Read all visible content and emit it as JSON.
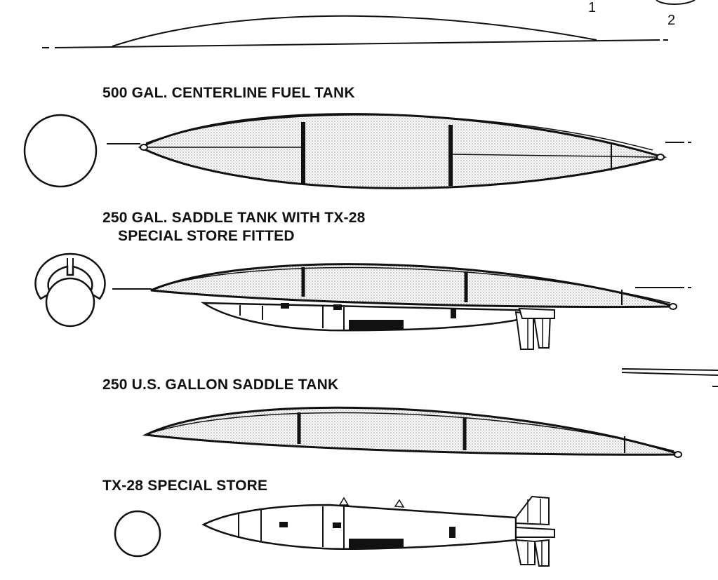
{
  "labels": {
    "centerline": "500 GAL. CENTERLINE FUEL TANK",
    "saddle_tx28_line1": "250 GAL. SADDLE TANK WITH TX-28",
    "saddle_tx28_line2": "SPECIAL STORE FITTED",
    "saddle": "250 U.S. GALLON SADDLE TANK",
    "tx28": "TX-28 SPECIAL STORE"
  },
  "callouts": {
    "one": "1",
    "two": "2"
  },
  "colors": {
    "ink": "#111111",
    "stipple": "#cfcfcf",
    "paper": "#ffffff"
  }
}
